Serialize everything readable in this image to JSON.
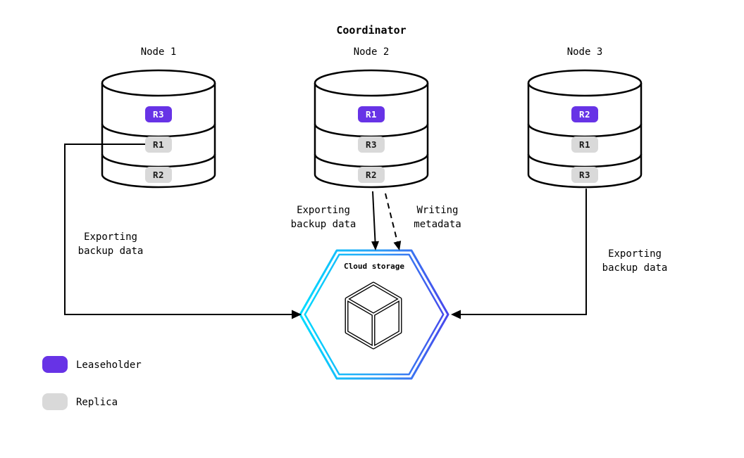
{
  "title": "Coordinator",
  "nodes": [
    {
      "label": "Node 1",
      "replicas": [
        {
          "label": "R3",
          "type": "leaseholder"
        },
        {
          "label": "R1",
          "type": "replica"
        },
        {
          "label": "R2",
          "type": "replica"
        }
      ]
    },
    {
      "label": "Node 2",
      "replicas": [
        {
          "label": "R1",
          "type": "leaseholder"
        },
        {
          "label": "R3",
          "type": "replica"
        },
        {
          "label": "R2",
          "type": "replica"
        }
      ]
    },
    {
      "label": "Node 3",
      "replicas": [
        {
          "label": "R2",
          "type": "leaseholder"
        },
        {
          "label": "R1",
          "type": "replica"
        },
        {
          "label": "R3",
          "type": "replica"
        }
      ]
    }
  ],
  "cloud_storage": {
    "label": "Cloud storage"
  },
  "arrows": [
    {
      "from": "Node 1",
      "to": "Cloud storage",
      "style": "solid",
      "label_line1": "Exporting",
      "label_line2": "backup data"
    },
    {
      "from": "Node 2",
      "to": "Cloud storage",
      "style": "solid",
      "label_line1": "Exporting",
      "label_line2": "backup data"
    },
    {
      "from": "Node 2",
      "to": "Cloud storage",
      "style": "dashed",
      "label_line1": "Writing",
      "label_line2": "metadata"
    },
    {
      "from": "Node 3",
      "to": "Cloud storage",
      "style": "solid",
      "label_line1": "Exporting",
      "label_line2": "backup data"
    }
  ],
  "legend": [
    {
      "label": "Leaseholder",
      "color": "#6733E6"
    },
    {
      "label": "Replica",
      "color": "#D9D9D9"
    }
  ],
  "colors": {
    "leaseholder": "#6733E6",
    "replica": "#D9D9D9",
    "hex_gradient_start": "#00DCFF",
    "hex_gradient_end": "#4845EC",
    "stroke": "#000000"
  }
}
